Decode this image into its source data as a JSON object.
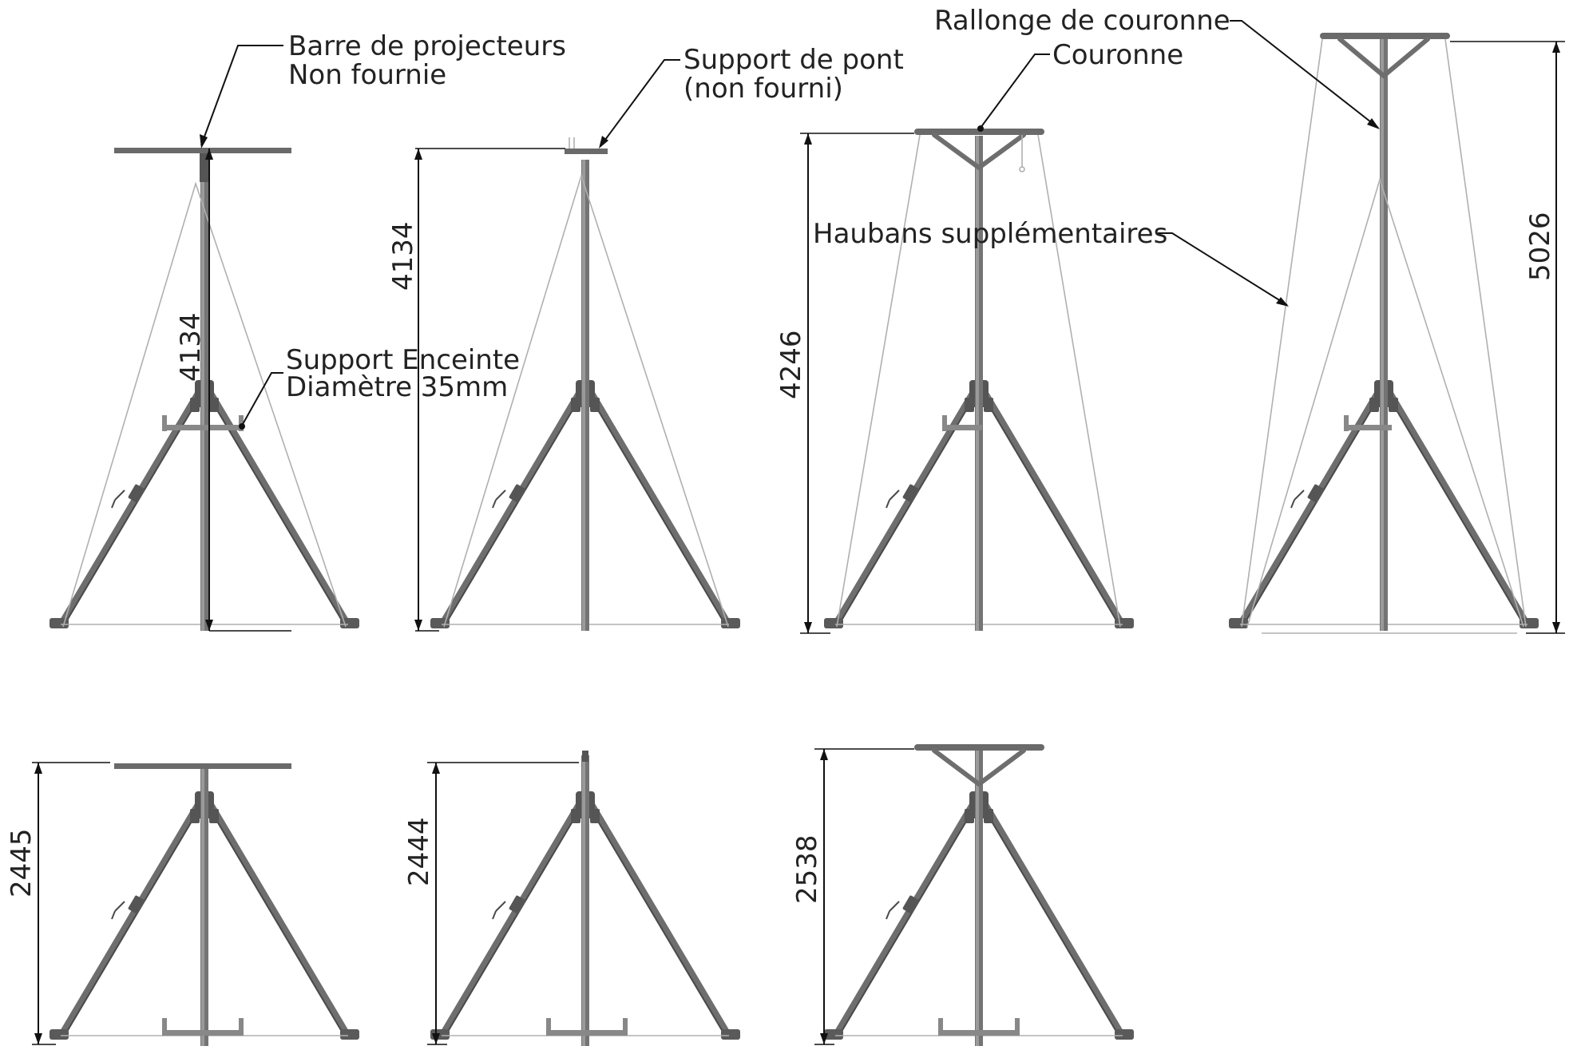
{
  "labels": {
    "barre_projecteurs_line1": "Barre de projecteurs",
    "barre_projecteurs_line2": "Non fournie",
    "support_pont_line1": "Support de pont",
    "support_pont_line2": "(non fourni)",
    "rallonge_couronne": "Rallonge de couronne",
    "couronne": "Couronne",
    "haubans": "Haubans supplémentaires",
    "support_enceinte_line1": "Support Enceinte",
    "support_enceinte_line2": "Diamètre 35mm"
  },
  "dimensions": {
    "top_1": "4134",
    "top_2": "4134",
    "top_3": "4246",
    "top_4": "5026",
    "bottom_1": "2445",
    "bottom_2": "2444",
    "bottom_3": "2538"
  },
  "colors": {
    "steel": "#6e6e6e",
    "guy_wire": "#b0b0b0",
    "ink": "#111111"
  }
}
